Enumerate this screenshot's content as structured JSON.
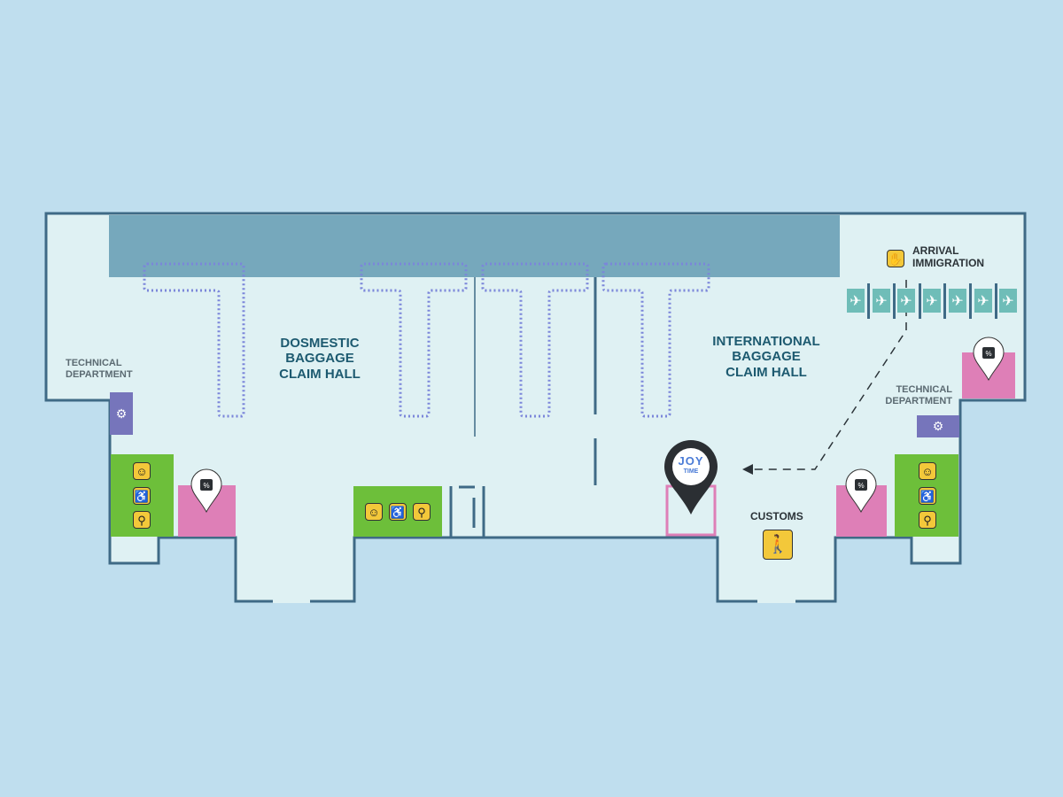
{
  "map": {
    "halls": {
      "domestic": [
        "DOSMESTIC",
        "BAGGAGE",
        "CLAIM HALL"
      ],
      "international": [
        "INTERNATIONAL",
        "BAGGAGE",
        "CLAIM HALL"
      ]
    },
    "technical_left": [
      "TECHNICAL",
      "DEPARTMENT"
    ],
    "technical_right": [
      "TECHNICAL",
      "DEPARTMENT"
    ],
    "arrival_immigration": [
      "ARRIVAL",
      "IMMIGRATION"
    ],
    "customs": "CUSTOMS",
    "joy_logo": {
      "line1": "JOY",
      "line2": "TIME"
    },
    "gate_count": 7,
    "colors": {
      "background": "#bfdeee",
      "floor": "#dff1f3",
      "wall": "#3f6a86",
      "baggage_band": "#76a8bc",
      "carousel": "#7b86da",
      "amenity_green": "#6dbf3a",
      "shop_pink": "#de7fb7",
      "technical_purple": "#7675bb",
      "icon_yellow": "#f3c83a",
      "gate_teal": "#6fbdb8"
    }
  }
}
